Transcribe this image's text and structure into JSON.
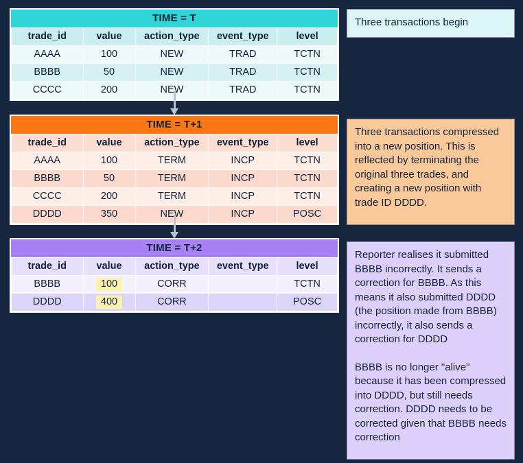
{
  "diagram": {
    "background_color": "#16273f",
    "columns": [
      "trade_id",
      "value",
      "action_type",
      "event_type",
      "level"
    ],
    "tables": [
      {
        "id": "t",
        "title": "TIME = T",
        "title_color": "#2ed4d6",
        "rows": [
          {
            "trade_id": "AAAA",
            "value": "100",
            "action_type": "NEW",
            "event_type": "TRAD",
            "level": "TCTN"
          },
          {
            "trade_id": "BBBB",
            "value": "50",
            "action_type": "NEW",
            "event_type": "TRAD",
            "level": "TCTN"
          },
          {
            "trade_id": "CCCC",
            "value": "200",
            "action_type": "NEW",
            "event_type": "TRAD",
            "level": "TCTN"
          }
        ]
      },
      {
        "id": "t1",
        "title": "TIME = T+1",
        "title_color": "#fb7713",
        "rows": [
          {
            "trade_id": "AAAA",
            "value": "100",
            "action_type": "TERM",
            "event_type": "INCP",
            "level": "TCTN"
          },
          {
            "trade_id": "BBBB",
            "value": "50",
            "action_type": "TERM",
            "event_type": "INCP",
            "level": "TCTN"
          },
          {
            "trade_id": "CCCC",
            "value": "200",
            "action_type": "TERM",
            "event_type": "INCP",
            "level": "TCTN"
          },
          {
            "trade_id": "DDDD",
            "value": "350",
            "action_type": "NEW",
            "event_type": "INCP",
            "level": "POSC"
          }
        ]
      },
      {
        "id": "t2",
        "title": "TIME = T+2",
        "title_color": "#a781f4",
        "highlight_color": "#fbf3ae",
        "rows": [
          {
            "trade_id": "BBBB",
            "value": "100",
            "action_type": "CORR",
            "event_type": "",
            "level": "TCTN"
          },
          {
            "trade_id": "DDDD",
            "value": "400",
            "action_type": "CORR",
            "event_type": "",
            "level": "POSC"
          }
        ]
      }
    ],
    "notes": [
      {
        "id": "begin",
        "color": "#dcf6f8",
        "text": "Three transactions begin"
      },
      {
        "id": "compress",
        "color": "#fac99a",
        "text": "Three transactions compressed into a new position. This is reflected by terminating the original three trades, and creating a new position with trade ID DDDD."
      },
      {
        "id": "correct",
        "color": "#ddd0fa",
        "paragraph_1": "Reporter realises it submitted BBBB incorrectly. It sends a correction for BBBB. As this means it also submitted DDDD (the position made from BBBB) incorrectly, it also sends a correction for DDDD",
        "paragraph_2": "BBBB is no longer \"alive\" because it has been compressed into DDDD, but still needs correction. DDDD needs to be corrected given that BBBB needs correction"
      }
    ]
  }
}
